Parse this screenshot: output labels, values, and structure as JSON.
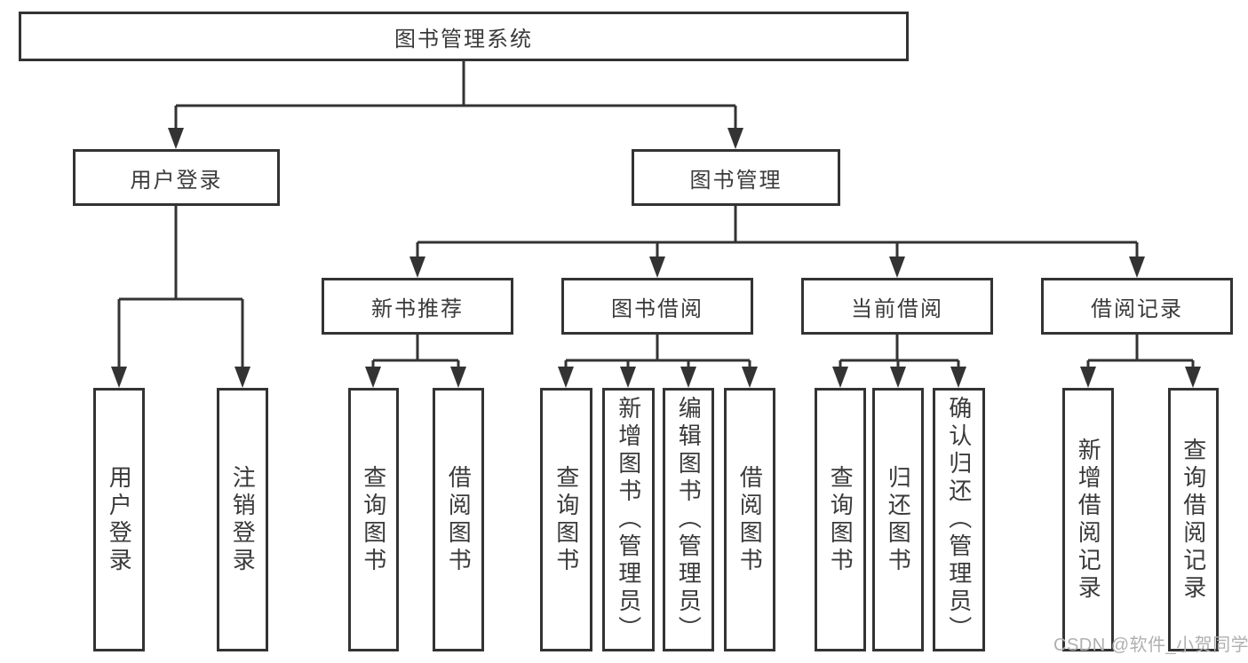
{
  "nodes": {
    "root": "图书管理系统",
    "level2": [
      "用户登录",
      "图书管理"
    ],
    "level3": [
      "新书推荐",
      "图书借阅",
      "当前借阅",
      "借阅记录"
    ],
    "user_login_children": [
      "用户登录",
      "注销登录"
    ],
    "new_book_children": [
      "查询图书",
      "借阅图书"
    ],
    "book_borrow_children": [
      "查询图书",
      "新增图书（管理员）",
      "编辑图书（管理员）",
      "借阅图书"
    ],
    "current_borrow_children": [
      "查询图书",
      "归还图书",
      "确认归还（管理员）"
    ],
    "borrow_record_children": [
      "新增借阅记录",
      "查询借阅记录"
    ]
  },
  "watermark": "CSDN @软件_小贺同学",
  "colors": {
    "line": "#333333",
    "box_border": "#333333",
    "text": "#3a3a3a",
    "watermark": "#b0b0b0",
    "background": "#ffffff"
  }
}
